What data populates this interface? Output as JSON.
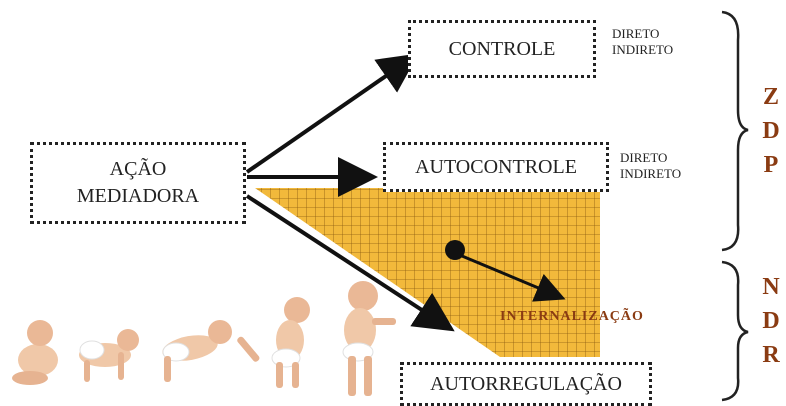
{
  "boxes": {
    "controle": "CONTROLE",
    "acao_line1": "AÇÃO",
    "acao_line2": "MEDIADORA",
    "autocontrole": "AUTOCONTROLE",
    "autorregulacao": "AUTORREGULAÇÃO"
  },
  "side_labels": {
    "group1": [
      "DIRETO",
      "INDIRETO"
    ],
    "group2": [
      "DIRETO",
      "INDIRETO"
    ]
  },
  "vertical_labels": {
    "zdp": [
      "Z",
      "D",
      "P"
    ],
    "ndr": [
      "N",
      "D",
      "R"
    ]
  },
  "internalizacao": "INTERNALIZAÇÃO",
  "colors": {
    "text": "#222222",
    "accent": "#8a3b12",
    "grid_fill": "#f2b93b",
    "grid_lines": "#8a5a10"
  },
  "illustration": "babies-crawling-to-standing-icon"
}
